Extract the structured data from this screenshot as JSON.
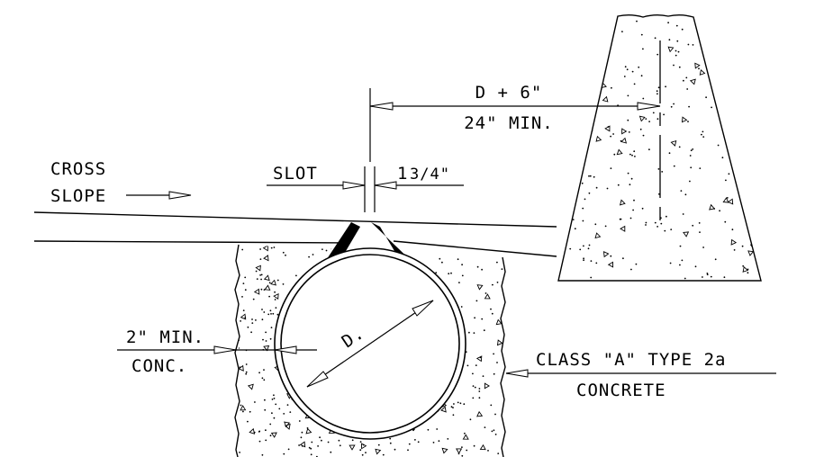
{
  "labels": {
    "cross_slope_line1": "CROSS",
    "cross_slope_line2": "SLOPE",
    "slot": "SLOT",
    "slot_width_whole": "1",
    "slot_width_fraction": "3/4\"",
    "offset_top": "D + 6\"",
    "offset_min": "24\" MIN.",
    "diameter": "D.",
    "min_cover_line1": "2\" MIN.",
    "min_cover_line2": "CONC.",
    "concrete_line1": "CLASS \"A\" TYPE 2a",
    "concrete_line2": "CONCRETE"
  },
  "colors": {
    "ink": "#000000",
    "background": "#ffffff"
  }
}
